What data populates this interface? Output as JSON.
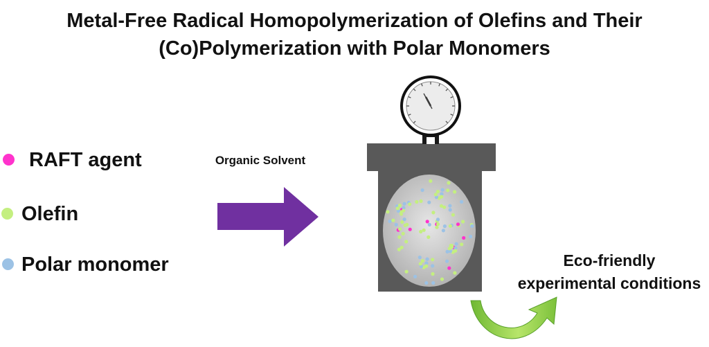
{
  "title": {
    "line1": "Metal-Free Radical Homopolymerization of Olefins and Their",
    "line2": "(Co)Polymerization with Polar Monomers"
  },
  "legend": [
    {
      "label": "RAFT agent",
      "color": "#ff33cc"
    },
    {
      "label": "Olefin",
      "color": "#c4ef80"
    },
    {
      "label": "Polar monomer",
      "color": "#9cc2e5"
    }
  ],
  "arrow_label": "Organic Solvent",
  "outcome_label": {
    "line1": "Eco-friendly",
    "line2": "experimental conditions"
  },
  "colors": {
    "arrow": "#7030a0",
    "reactor": "#595959",
    "cycle_arrow": "#92d050",
    "vessel_contents": "#bfbfbf"
  },
  "icons": [
    "pressure-gauge-icon",
    "reactor-vessel-icon",
    "reaction-arrow-icon",
    "curved-arrow-icon"
  ]
}
